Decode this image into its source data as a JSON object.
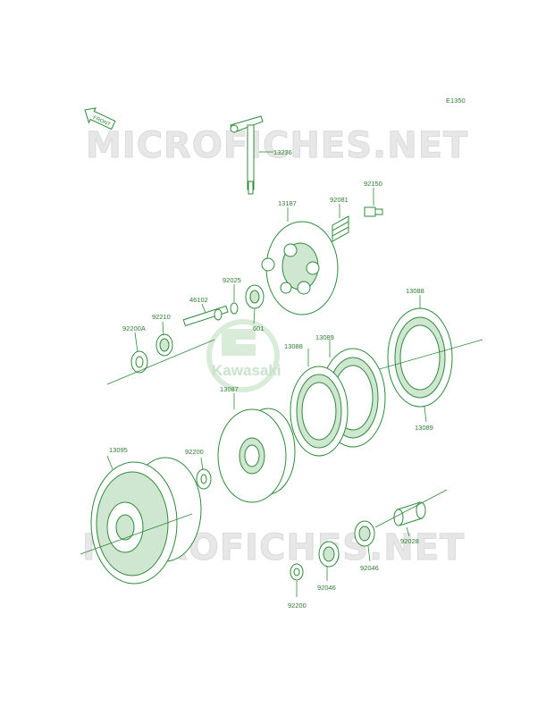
{
  "diagram": {
    "code": "E1350",
    "front_label": "FRONT",
    "watermark_text": "MICROFICHES.NET",
    "logo_text": "Kawasaki",
    "accent_color": "#2e7d32",
    "parts": [
      {
        "id": "p13236",
        "label": "13236"
      },
      {
        "id": "p13187",
        "label": "13187"
      },
      {
        "id": "p92081",
        "label": "92081"
      },
      {
        "id": "p92150",
        "label": "92150"
      },
      {
        "id": "p92025",
        "label": "92025"
      },
      {
        "id": "p46102",
        "label": "46102"
      },
      {
        "id": "p92210",
        "label": "92210"
      },
      {
        "id": "p601",
        "label": "601"
      },
      {
        "id": "p92200A",
        "label": "92200A"
      },
      {
        "id": "p13088a",
        "label": "13088"
      },
      {
        "id": "p13089a",
        "label": "13089"
      },
      {
        "id": "p13088b",
        "label": "13088"
      },
      {
        "id": "p13089b",
        "label": "13089"
      },
      {
        "id": "p13087",
        "label": "13087"
      },
      {
        "id": "p13095",
        "label": "13095"
      },
      {
        "id": "p92200a",
        "label": "92200"
      },
      {
        "id": "p92200b",
        "label": "92200"
      },
      {
        "id": "p92046a",
        "label": "92046"
      },
      {
        "id": "p92046b",
        "label": "92046"
      },
      {
        "id": "p92028",
        "label": "92028"
      }
    ]
  }
}
